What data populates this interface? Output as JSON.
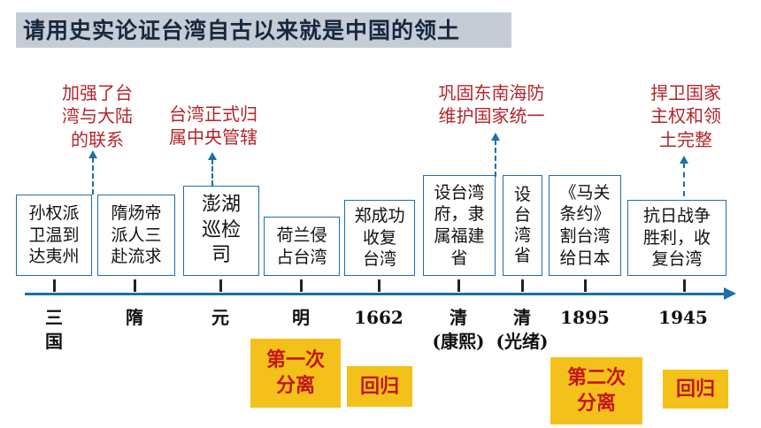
{
  "title": "请用史实论证台湾自古以来就是中国的领土",
  "events": [
    "孙权派\n卫温到\n达夷州",
    "隋炀帝\n派人三\n赴流求",
    "澎湖\n巡检\n司",
    "荷兰侵\n占台湾",
    "郑成功\n收复\n台湾",
    "设台湾\n府，隶\n属福建\n省",
    "设\n台\n湾\n省",
    "《马关\n条约》\n割台湾\n给日本",
    "抗日战争\n胜利，收\n复台湾"
  ],
  "notes": [
    "加强了台\n湾与大陆\n的联系",
    "台湾正式归\n属中央管辖",
    "巩固东南海防\n维护国家统一",
    "捍卫国家\n主权和领\n土完整"
  ],
  "eras": [
    "三\n国",
    "隋",
    "元",
    "明",
    "1662",
    "清\n(康熙)",
    "清\n(光绪)",
    "1895",
    "1945"
  ],
  "badges": [
    "第一次\n分离",
    "回归",
    "第二次\n分离",
    "回归"
  ],
  "colors": {
    "accent": "#1e6fa8",
    "note": "#b3262a",
    "badge_bg": "#f3c11a",
    "badge_text": "#c4161c"
  }
}
